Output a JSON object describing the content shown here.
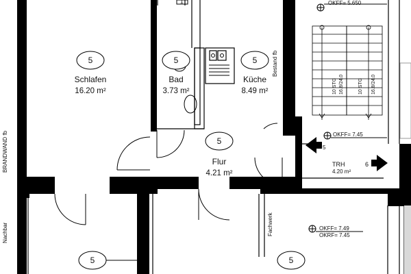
{
  "plan": {
    "rooms": [
      {
        "name": "Schlafen",
        "area": "16.20 m²",
        "tag": "5"
      },
      {
        "name": "Bad",
        "area": "3.73 m²",
        "tag": "5"
      },
      {
        "name": "Küche",
        "area": "8.49 m²",
        "tag": "5"
      },
      {
        "name": "Flur",
        "area": "4.21 m²",
        "tag": "5"
      },
      {
        "name": "TRH",
        "area": "4.20 m²",
        "tag": "6"
      }
    ],
    "lower_tags": [
      "5",
      "5"
    ],
    "side_labels": {
      "brandwand": "BRANDWAND fb",
      "nachbar": "Nachbar",
      "bestand": "Bestand fb",
      "fachwerk": "Fachwerk"
    },
    "levels": {
      "top": "OKFF= 5.650",
      "mid": "OKFF= 7.45",
      "low_okff": "OKFF= 7.49",
      "low_okrf": "OKRF= 7.45"
    },
    "stairs": [
      {
        "steps": "10 STG",
        "ratio": "16.8/24.0"
      },
      {
        "steps": "10 STG",
        "ratio": "16.8/24.0"
      }
    ],
    "misc": {
      "top_mark": "1",
      "arrow_tag": "5"
    }
  }
}
